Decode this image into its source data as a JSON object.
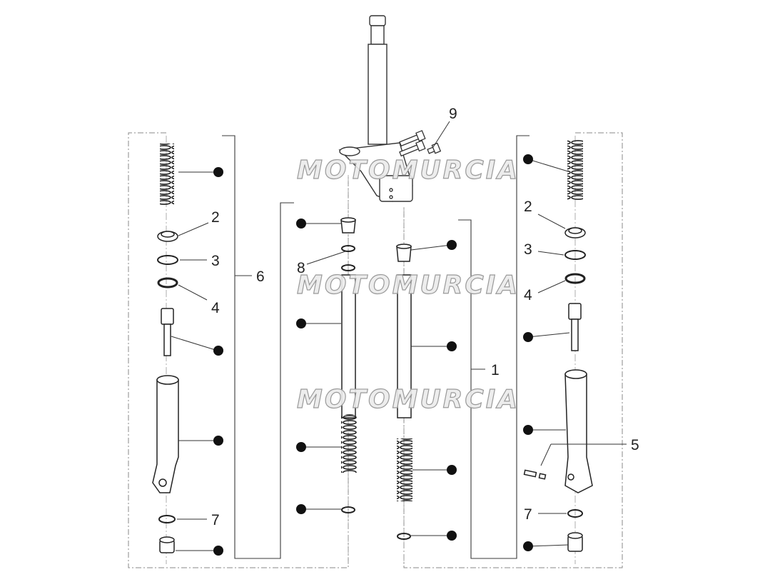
{
  "watermark": {
    "text": "MOTOMURCIA",
    "flag_colors": [
      "#e8453c",
      "#f2c84b",
      "#4aa3df"
    ]
  },
  "callouts": {
    "n1": "1",
    "n2_left": "2",
    "n2_right": "2",
    "n3_left": "3",
    "n3_right": "3",
    "n4_left": "4",
    "n4_right": "4",
    "n5": "5",
    "n6": "6",
    "n7_left": "7",
    "n7_right": "7",
    "n8": "8",
    "n9": "9"
  },
  "colors": {
    "line": "#3a3a3a",
    "dash": "#8a8a8a",
    "dot": "#111111",
    "part_fill": "#ffffff"
  }
}
